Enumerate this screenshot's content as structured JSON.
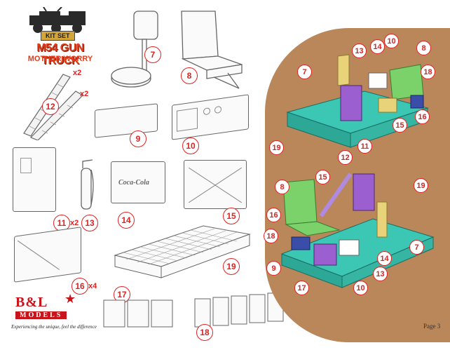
{
  "logo": {
    "kit_set": "KIT SET",
    "title": "M54 GUN TRUCK",
    "subtitle": "MOTHER WORRY"
  },
  "brand": {
    "name": "B&L",
    "models": "MODELS",
    "slogan": "Experiencing the unique, feel the difference"
  },
  "page_label": "Page 3",
  "cooler_text": "Coca-Cola",
  "parts": [
    {
      "id": "7",
      "label": "7"
    },
    {
      "id": "8",
      "label": "8"
    },
    {
      "id": "9",
      "label": "9"
    },
    {
      "id": "10",
      "label": "10"
    },
    {
      "id": "11",
      "label": "11",
      "qty": "x2"
    },
    {
      "id": "12",
      "label": "12",
      "qty": "x2"
    },
    {
      "id": "13",
      "label": "13"
    },
    {
      "id": "14",
      "label": "14"
    },
    {
      "id": "15",
      "label": "15"
    },
    {
      "id": "16",
      "label": "16",
      "qty": "x4"
    },
    {
      "id": "17",
      "label": "17"
    },
    {
      "id": "18",
      "label": "18"
    },
    {
      "id": "19",
      "label": "19"
    }
  ],
  "qty_extra": "x2",
  "callouts_top": [
    "7",
    "13",
    "14",
    "10",
    "8",
    "18",
    "16",
    "15",
    "19",
    "12",
    "11"
  ],
  "callouts_bottom": [
    "8",
    "15",
    "19",
    "16",
    "18",
    "9",
    "17",
    "10",
    "13",
    "14",
    "7"
  ],
  "colors": {
    "accent": "#d22222",
    "background_panel": "#b9875a",
    "teal": "#3cc6b4",
    "purple": "#9b5fd0",
    "green": "#7bd26a",
    "yellow": "#e8d27a"
  }
}
